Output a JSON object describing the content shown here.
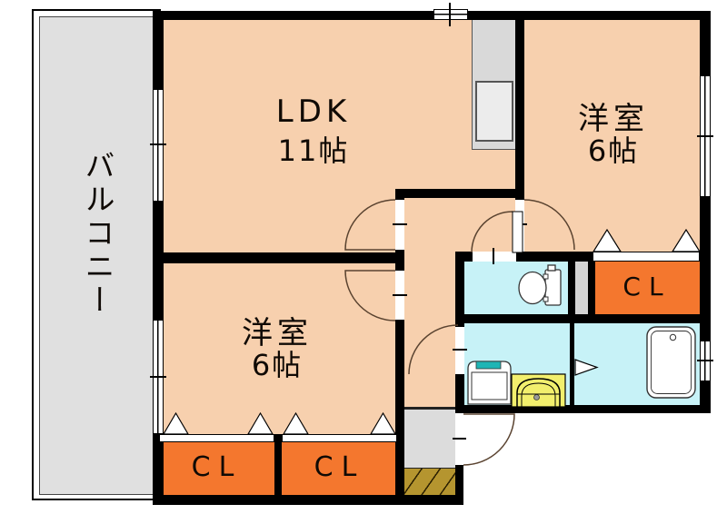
{
  "title": "apartment-floor-plan",
  "colors": {
    "floor": "#f7d0ae",
    "closet": "#f4772e",
    "water": "#c7f2f7",
    "balcony": "#e0e0e0",
    "genkan_hall": "#dcdcdc",
    "genkan_tile": "#b5952f",
    "wall": "#000000",
    "counter": "#d9d9d9",
    "sink": "#f2ef6d",
    "washer_accent": "#1fb5b5",
    "arc": "#5a4330"
  },
  "rooms": {
    "balcony": {
      "label": "バルコニー"
    },
    "ldk": {
      "label": "LDK",
      "size": "11帖"
    },
    "bedroom_top_right": {
      "label": "洋室",
      "size": "6帖"
    },
    "bedroom_bottom": {
      "label": "洋室",
      "size": "6帖"
    },
    "closet_bottom_left": {
      "label": "CL"
    },
    "closet_bottom_mid": {
      "label": "CL"
    },
    "closet_top_right": {
      "label": "CL"
    }
  },
  "fixtures": {
    "toilet": "toilet",
    "bathtub": "bathtub",
    "washing_machine": "washing-machine",
    "vanity_sink": "vanity-sink",
    "kitchen_counter": "kitchen-counter"
  }
}
